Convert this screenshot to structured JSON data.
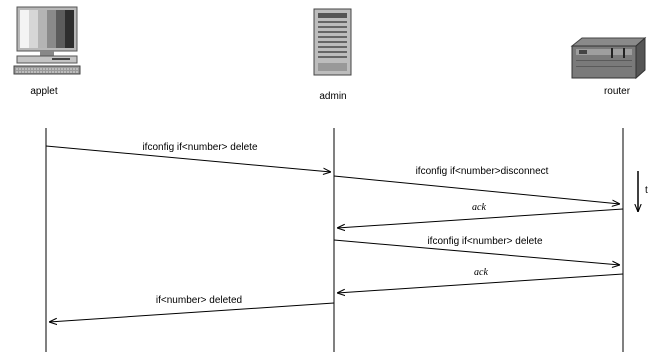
{
  "participants": {
    "applet": "applet",
    "admin": "admin",
    "router": "router"
  },
  "time_label": "t",
  "messages": [
    "ifconfig if<number> delete",
    "ifconfig if<number>disconnect",
    "ack",
    "ifconfig if<number> delete",
    "ack",
    "if<number> deleted"
  ]
}
